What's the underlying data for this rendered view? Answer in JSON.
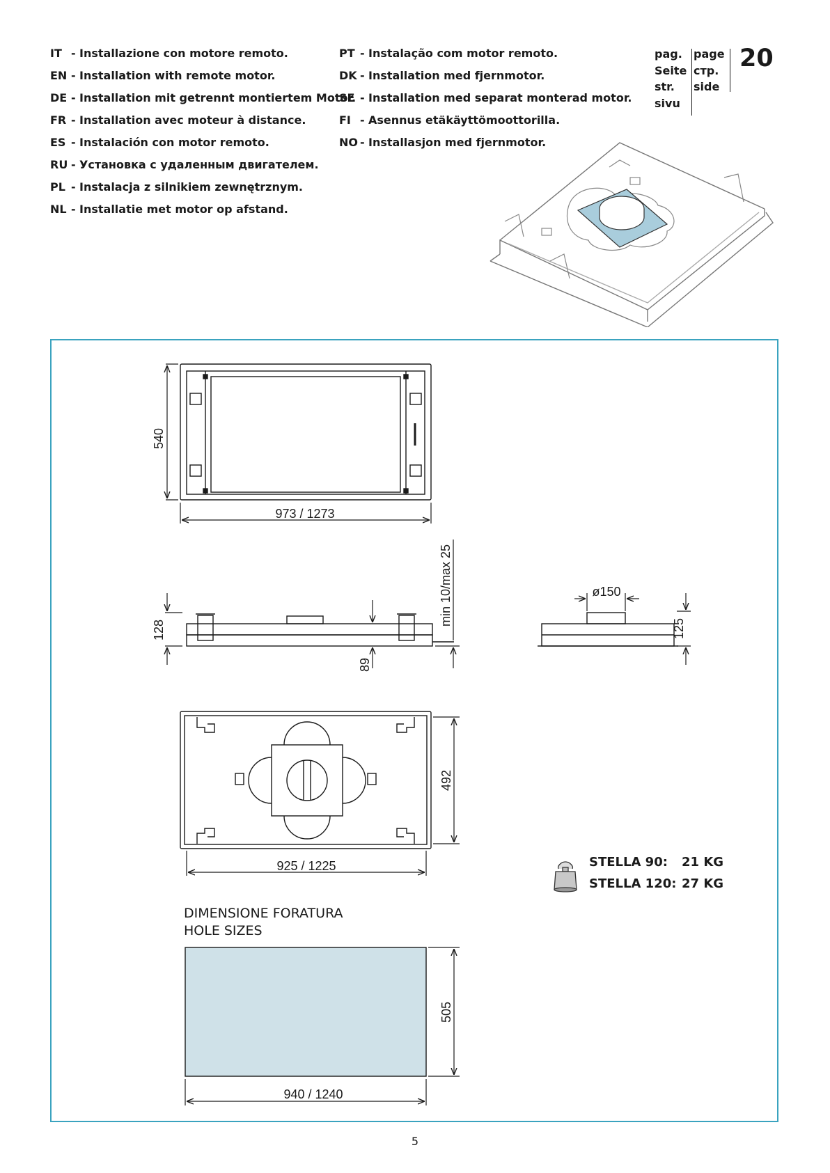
{
  "languages_left": [
    {
      "code": "IT",
      "text": "Installazione con motore remoto."
    },
    {
      "code": "EN",
      "text": "Installation with remote motor."
    },
    {
      "code": "DE",
      "text": "Installation mit getrennt montiertem Motor."
    },
    {
      "code": "FR",
      "text": "Installation avec moteur à distance."
    },
    {
      "code": "ES",
      "text": "Instalación con motor remoto."
    },
    {
      "code": "RU",
      "text": "Установка с удаленным двигателем."
    },
    {
      "code": "PL",
      "text": "Instalacja z silnikiem zewnętrznym."
    },
    {
      "code": "NL",
      "text": "Installatie met motor op afstand."
    }
  ],
  "languages_right": [
    {
      "code": "PT",
      "text": "Instalação com motor remoto."
    },
    {
      "code": "DK",
      "text": "Installation med fjernmotor."
    },
    {
      "code": "SE",
      "text": "Installation med separat monterad motor."
    },
    {
      "code": "FI",
      "text": "Asennus etäkäyttömoottorilla."
    },
    {
      "code": "NO",
      "text": "Installasjon med fjernmotor."
    }
  ],
  "dash": "-",
  "page_ref": {
    "labels_a": [
      "pag.",
      "Seite",
      "str.",
      "sivu"
    ],
    "labels_b": [
      "page",
      "стр.",
      "side"
    ],
    "number": "20"
  },
  "dimensions": {
    "top_height": "540",
    "top_width": "973 / 1273",
    "side_height": "128",
    "side_gap": "min 10/max 25",
    "side_depth": "89",
    "end_diameter": "ø150",
    "end_height": "125",
    "back_height": "492",
    "back_width": "925 / 1225",
    "hole_height": "505",
    "hole_width": "940 / 1240"
  },
  "hole_caption": {
    "line1": "DIMENSIONE FORATURA",
    "line2": "HOLE SIZES"
  },
  "weights": [
    {
      "model": "STELLA 90:",
      "weight": "21 KG"
    },
    {
      "model": "STELLA 120:",
      "weight": "27 KG"
    }
  ],
  "colors": {
    "frame": "#3aa3bf",
    "plate": "#a9cddc",
    "hole": "#cfe1e8"
  },
  "footer_page": "5"
}
